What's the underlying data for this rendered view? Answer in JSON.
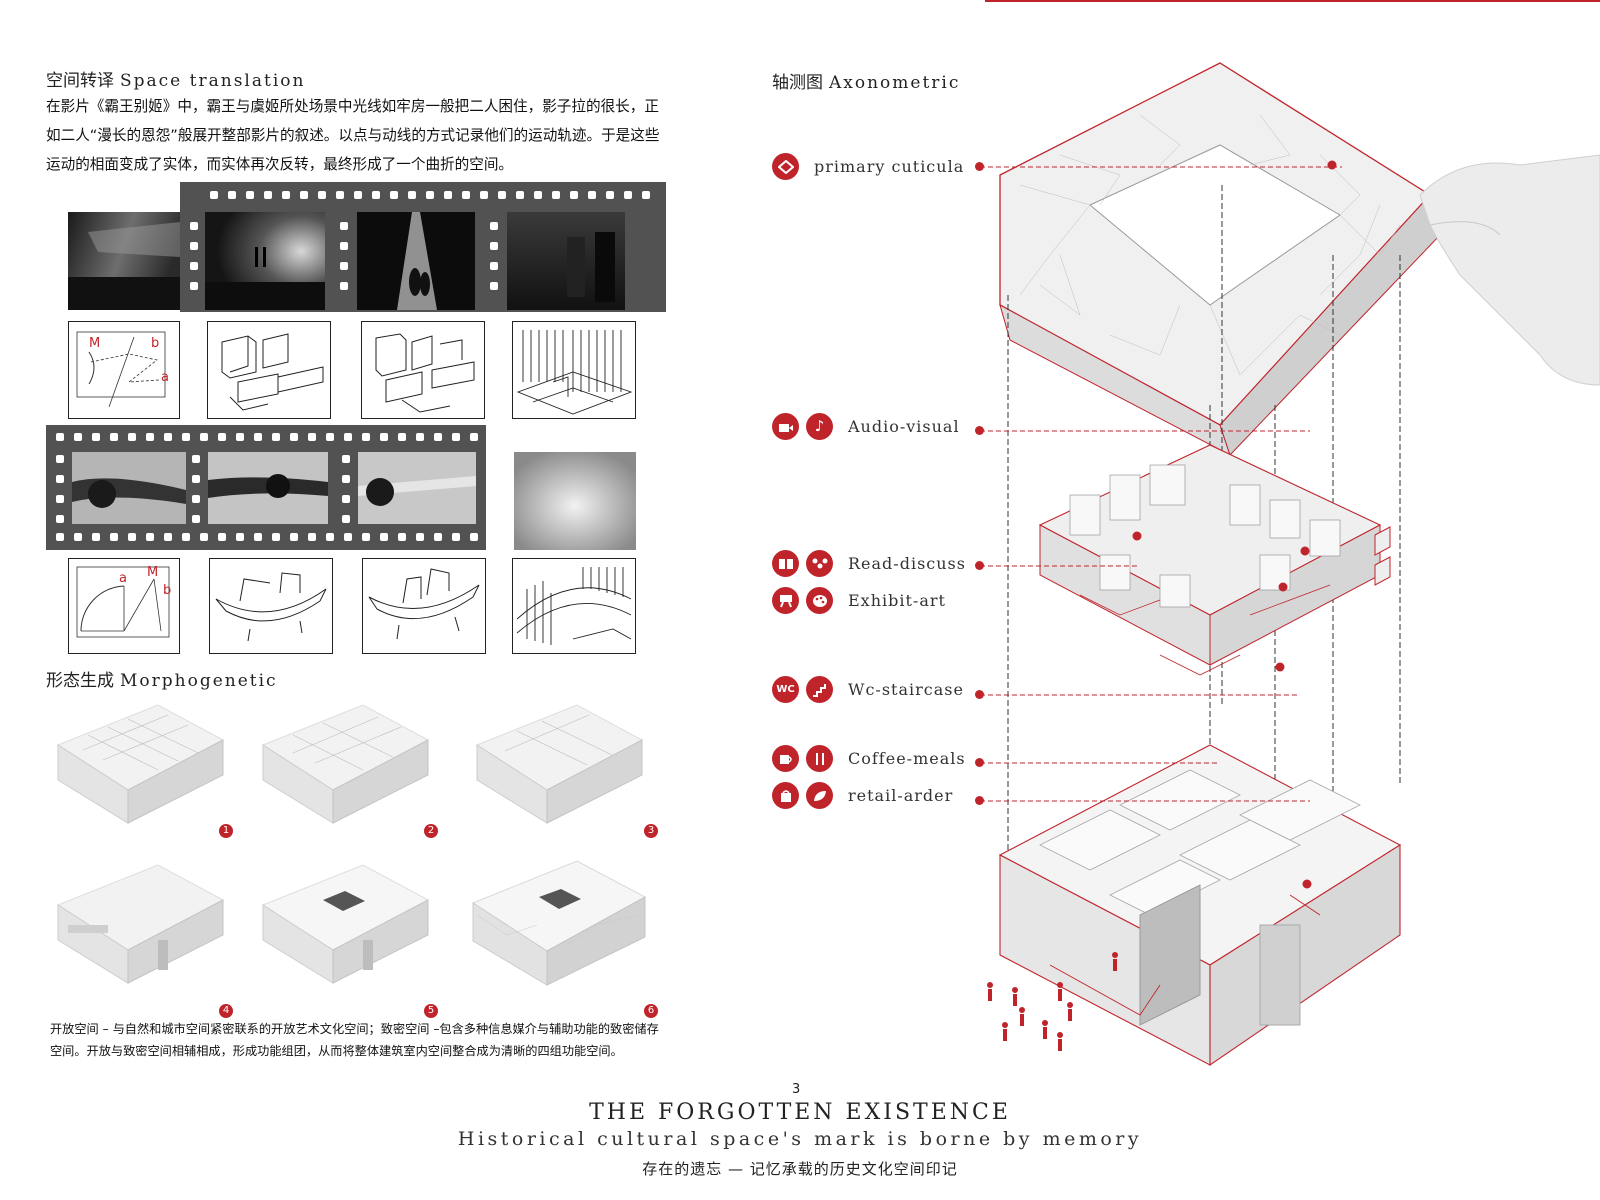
{
  "space_translation": {
    "heading_zh": "空间转译",
    "heading_en": "Space translation",
    "text": "在影片《霸王别姬》中，霸王与虞姬所处场景中光线如牢房一般把二人困住，影子拉的很长，正如二人“漫长的恩怨”般展开整部影片的叙述。以点与动线的方式记录他们的运动轨迹。于是这些运动的相面变成了实体，而实体再次反转，最终形成了一个曲折的空间。"
  },
  "sketch_markers": {
    "set1": [
      "M",
      "b",
      "a"
    ],
    "set2": [
      "a",
      "M",
      "b"
    ]
  },
  "morphogenetic": {
    "heading_zh": "形态生成",
    "heading_en": "Morphogenetic",
    "steps": [
      "1",
      "2",
      "3",
      "4",
      "5",
      "6"
    ],
    "text": "开放空间 – 与自然和城市空间紧密联系的开放艺术文化空间；致密空间 –包含多种信息媒介与辅助功能的致密储存空间。开放与致密空间相辅相成，形成功能组团，从而将整体建筑室内空间整合成为清晰的四组功能空间。"
  },
  "axonometric": {
    "heading_zh": "轴测图",
    "heading_en": "Axonometric",
    "legend": [
      {
        "label": "primary cuticula",
        "icons": [
          "layers-icon"
        ]
      },
      {
        "label": "Audio-visual",
        "icons": [
          "camera-icon",
          "music-note-icon"
        ]
      },
      {
        "label": "Read-discuss",
        "icons": [
          "book-icon",
          "group-icon"
        ]
      },
      {
        "label": "Exhibit-art",
        "icons": [
          "easel-icon",
          "palette-icon"
        ]
      },
      {
        "label": "Wc-staircase",
        "icons": [
          "wc-icon",
          "staircase-icon"
        ]
      },
      {
        "label": "Coffee-meals",
        "icons": [
          "coffee-icon",
          "cutlery-icon"
        ]
      },
      {
        "label": "retail-arder",
        "icons": [
          "bag-icon",
          "leaf-icon"
        ]
      }
    ]
  },
  "footer": {
    "page_number": "3",
    "title": "THE FORGOTTEN EXISTENCE",
    "subtitle": "Historical cultural space's mark is borne by memory",
    "title_zh": "存在的遗忘 — 记忆承载的历史文化空间印记"
  },
  "colors": {
    "accent": "#c0242b",
    "strip": "#525252"
  }
}
